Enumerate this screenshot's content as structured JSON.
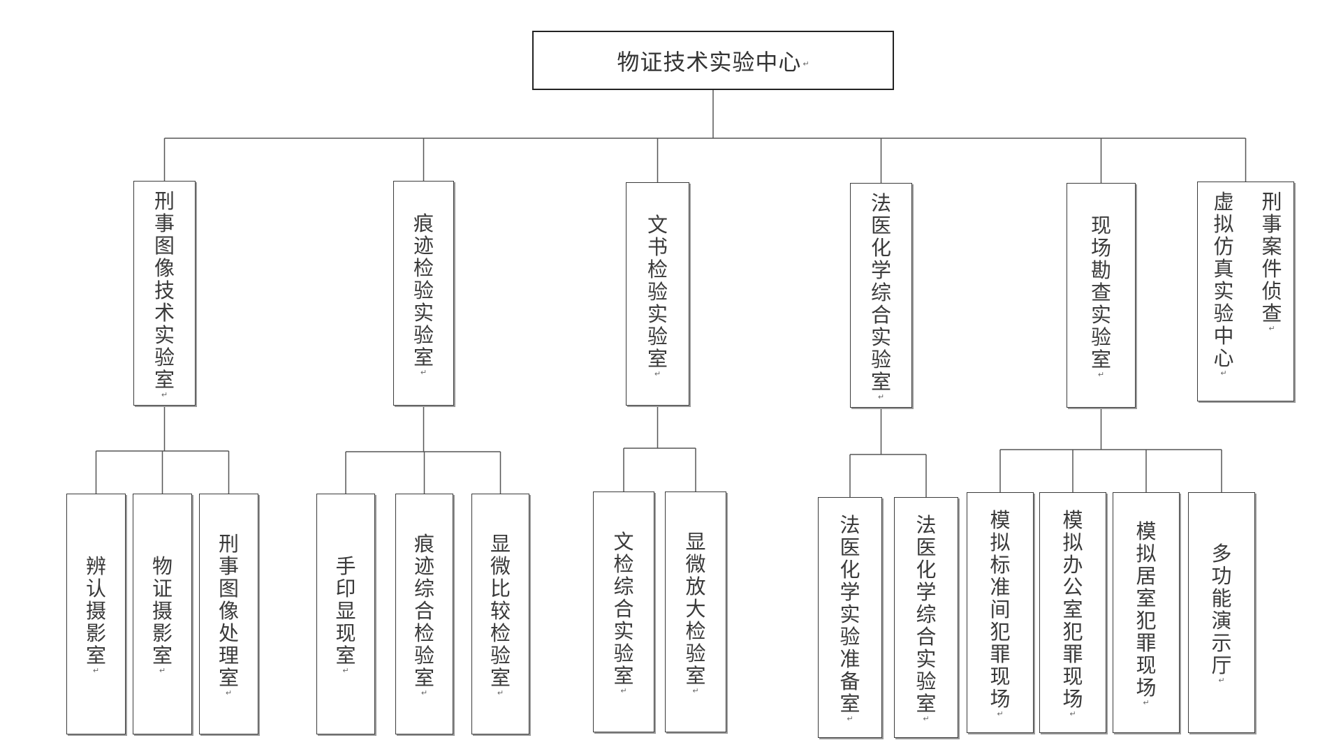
{
  "root": {
    "label": "物证技术实验中心"
  },
  "departments": [
    {
      "label": "刑事图像技术实验室",
      "children": [
        "辨认摄影室",
        "物证摄影室",
        "刑事图像处理室"
      ]
    },
    {
      "label": "痕迹检验实验室",
      "children": [
        "手印显现室",
        "痕迹综合检验室",
        "显微比较检验室"
      ]
    },
    {
      "label": "文书检验实验室",
      "children": [
        "文检综合实验室",
        "显微放大检验室"
      ]
    },
    {
      "label": "法医化学综合实验室",
      "children": [
        "法医化学实验准备室",
        "法医化学综合实验室"
      ]
    },
    {
      "label": "现场勘查实验室",
      "children": [
        "模拟标准间犯罪现场",
        "模拟办公室犯罪现场",
        "模拟居室犯罪现场",
        "多功能演示厅"
      ]
    },
    {
      "label": "刑事案件侦查虚拟仿真实验中心",
      "columns": [
        "刑事案件侦查",
        "虚拟仿真实验中心"
      ],
      "children": []
    }
  ],
  "colors": {
    "line": "#555555",
    "border": "#3a3a3a",
    "text": "#3a3a3a"
  }
}
